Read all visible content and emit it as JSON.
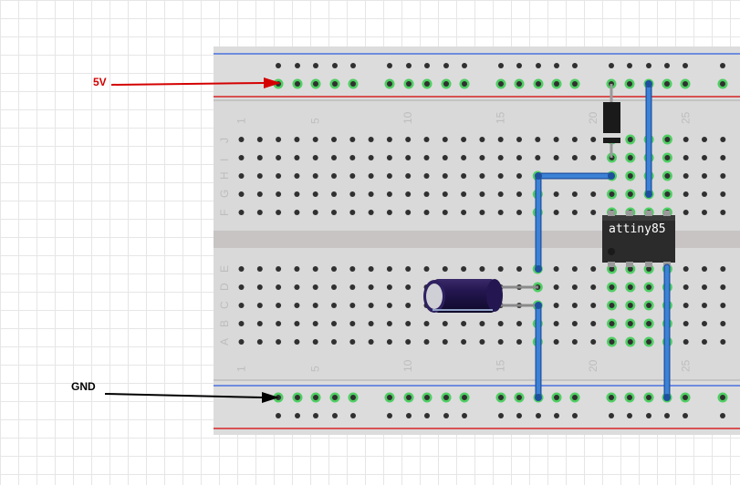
{
  "annotations": {
    "vcc": {
      "text": "5V",
      "color": "#d40000"
    },
    "ground": {
      "text": "GND",
      "color": "#000000"
    }
  },
  "breadboard": {
    "column_numbers": [
      "1",
      "5",
      "10",
      "15",
      "20",
      "25"
    ],
    "row_letters_top": [
      "J",
      "I",
      "H",
      "G",
      "F"
    ],
    "row_letters_bottom": [
      "E",
      "D",
      "C",
      "B",
      "A"
    ]
  },
  "components": {
    "chip": {
      "label": "attiny85"
    },
    "diode": {
      "name": "diode"
    },
    "capacitor": {
      "name": "electrolytic capacitor"
    }
  },
  "colors": {
    "board": "#d9d9d9",
    "rail_red": "#d40000",
    "rail_blue": "#2d5de0",
    "wire": "#2e6fce",
    "highlight": "#4fce63",
    "hole": "#303030"
  }
}
